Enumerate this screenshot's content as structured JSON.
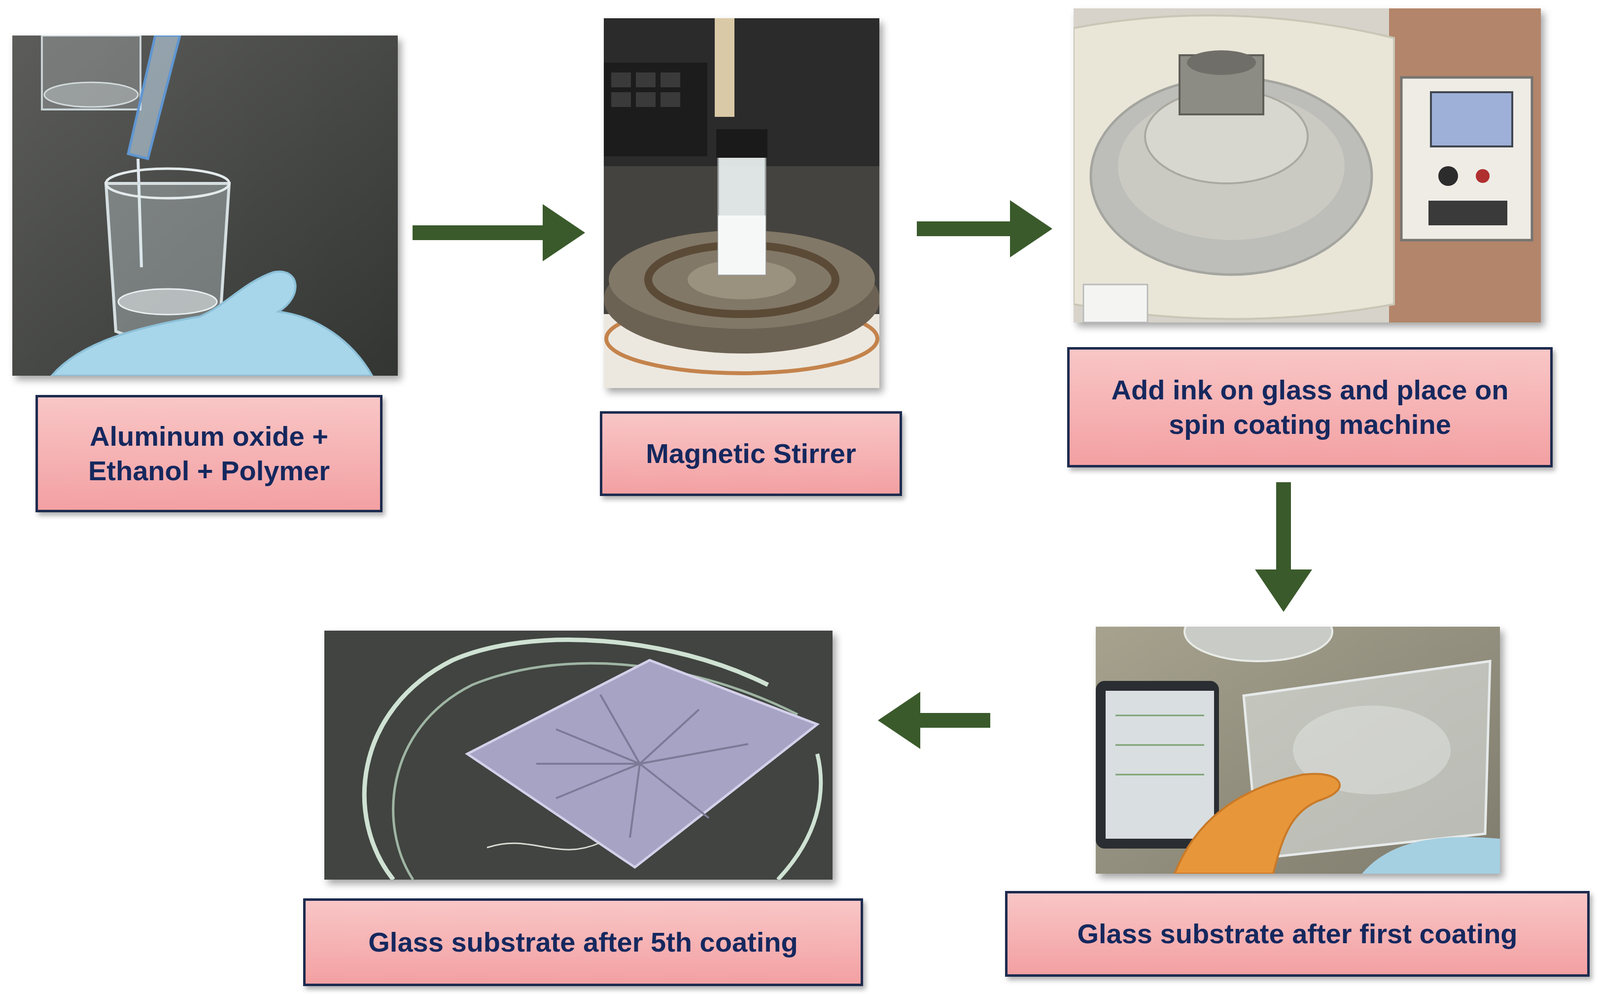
{
  "diagram": {
    "nodes": [
      {
        "text": [
          "Aluminum oxide + Ethanol + Polymer"
        ]
      },
      {
        "text": [
          "Magnetic Stirrer"
        ]
      },
      {
        "text": [
          "Add ink on glass and place on spin coating machine"
        ]
      },
      {
        "text": [
          "Glass substrate after first coating"
        ]
      },
      {
        "text": [
          "Glass substrate after 5th coating"
        ]
      }
    ],
    "edges": [
      {
        "from": 0,
        "to": 1,
        "arrow": "to"
      },
      {
        "from": 1,
        "to": 2,
        "arrow": "to"
      },
      {
        "from": 2,
        "to": 3,
        "arrow": "to"
      },
      {
        "from": 3,
        "to": 4,
        "arrow": "to"
      }
    ]
  }
}
